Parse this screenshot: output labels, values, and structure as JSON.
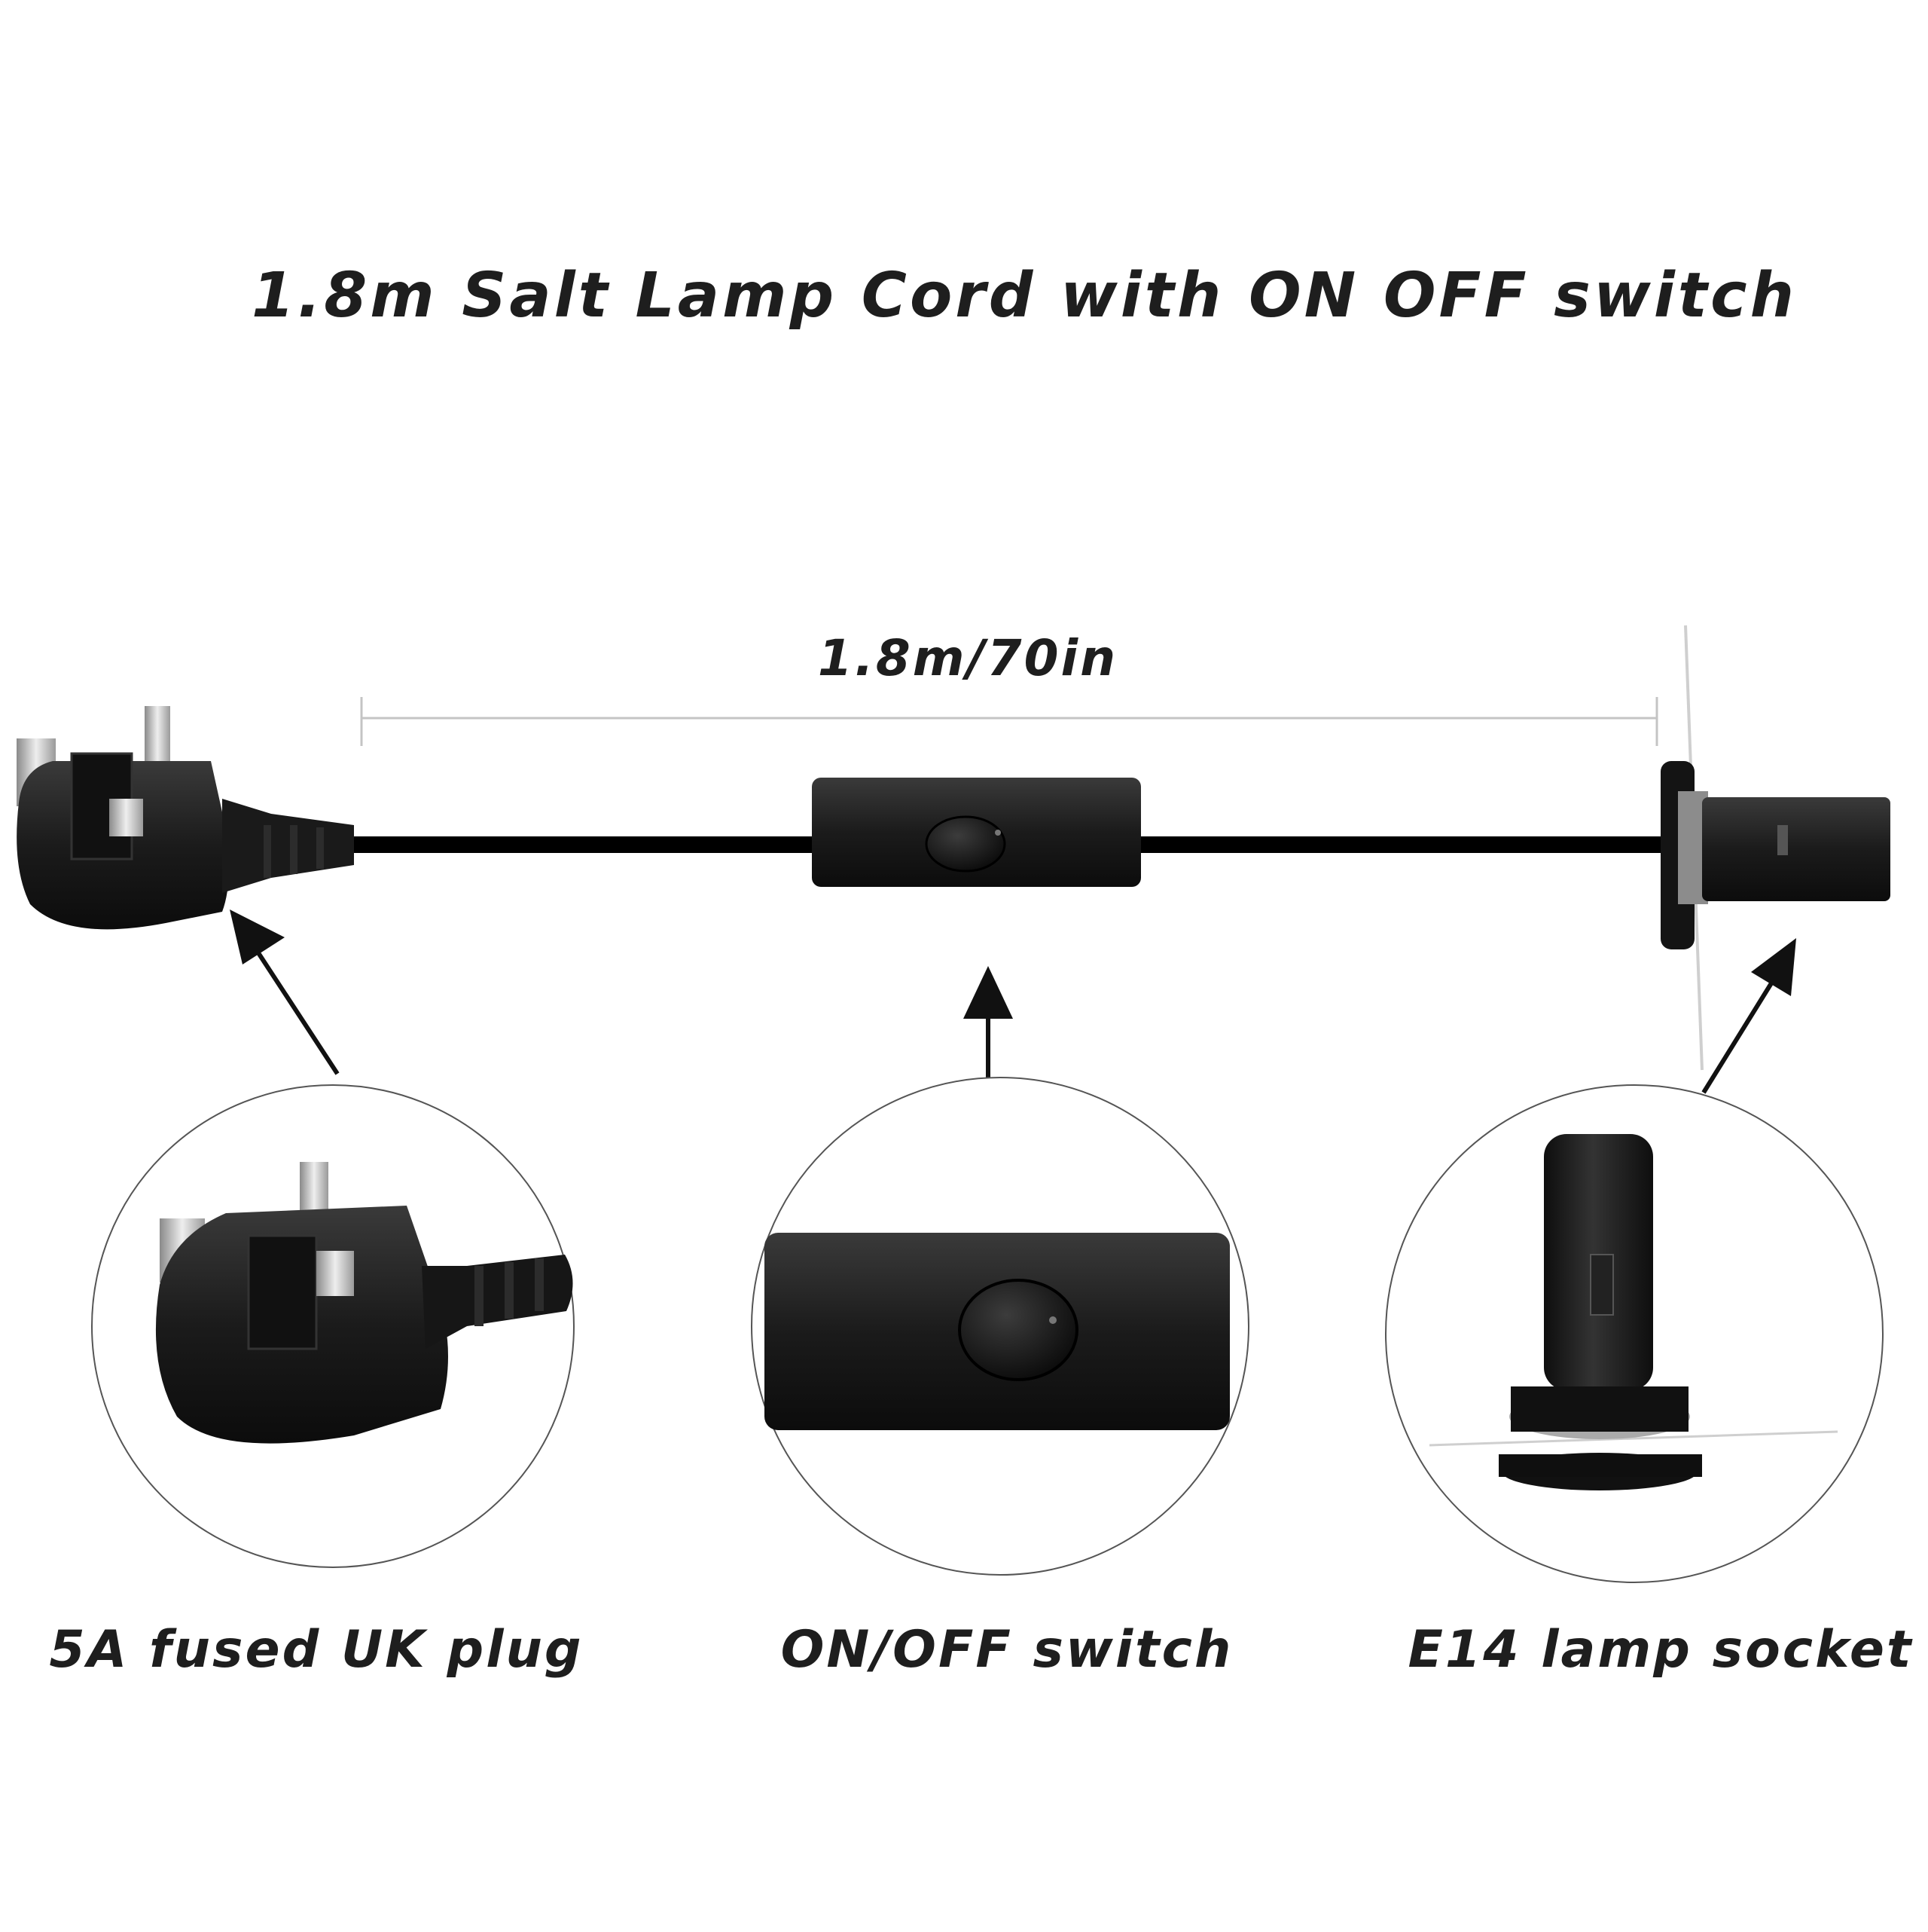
{
  "title": "1.8m Salt Lamp Cord with ON OFF switch",
  "length_label": "1.8m/70in",
  "callouts": [
    {
      "label": "5A fused UK plug",
      "icon": "uk-plug-icon"
    },
    {
      "label": "ON/OFF switch",
      "icon": "rocker-switch-icon"
    },
    {
      "label": "E14 lamp socket",
      "icon": "e14-socket-icon"
    }
  ],
  "colors": {
    "product": "#1a1a1a",
    "cord": "#000000",
    "line": "#bdbdbd",
    "circle": "#555555",
    "arrow": "#111111"
  }
}
